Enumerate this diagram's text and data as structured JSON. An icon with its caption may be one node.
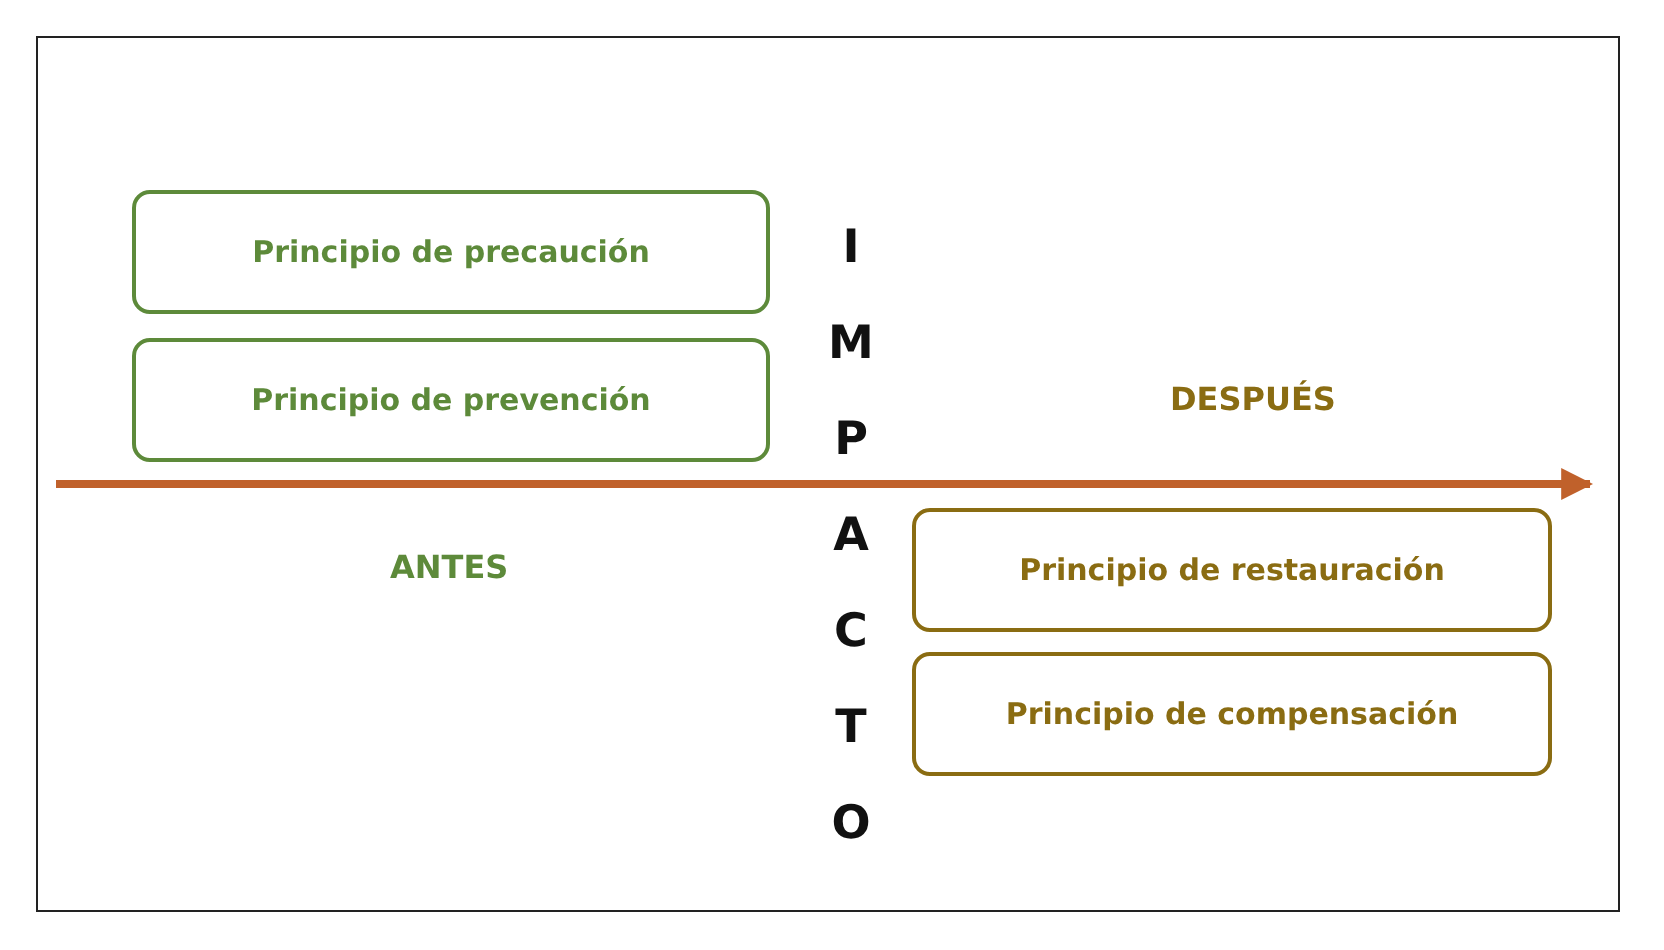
{
  "diagram": {
    "nodes": [
      {
        "text": [
          "Principio de precaución"
        ]
      },
      {
        "text": [
          "Principio de prevención"
        ]
      },
      {
        "text": [
          "Principio de restauración"
        ]
      },
      {
        "text": [
          "Principio de compensación"
        ]
      }
    ],
    "labels": [
      "IMPACTO",
      "DESPUÉS",
      "ANTES"
    ]
  }
}
